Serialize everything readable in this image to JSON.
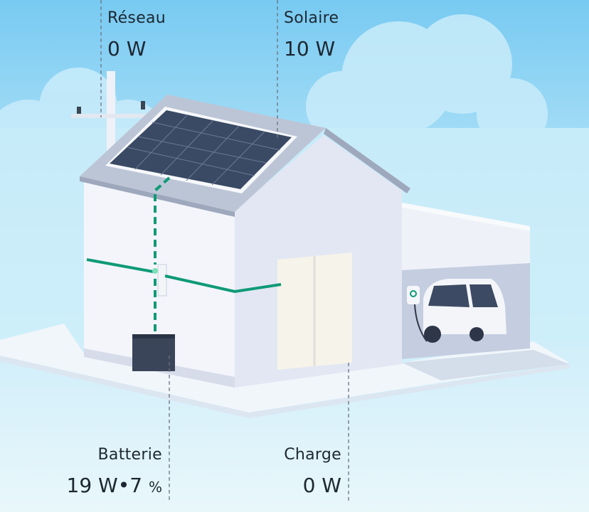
{
  "grid": {
    "label": "Réseau",
    "value": "0 W"
  },
  "solar": {
    "label": "Solaire",
    "value": "10 W"
  },
  "battery": {
    "label": "Batterie",
    "power": "19 W",
    "separator": "•",
    "soc": "7",
    "soc_unit": "%"
  },
  "load": {
    "label": "Charge",
    "value": "0 W"
  },
  "colors": {
    "flow": "#0e9a76",
    "text": "#1d2731",
    "sky_top": "#7ccdf3",
    "sky_bottom": "#e6f6fb"
  }
}
